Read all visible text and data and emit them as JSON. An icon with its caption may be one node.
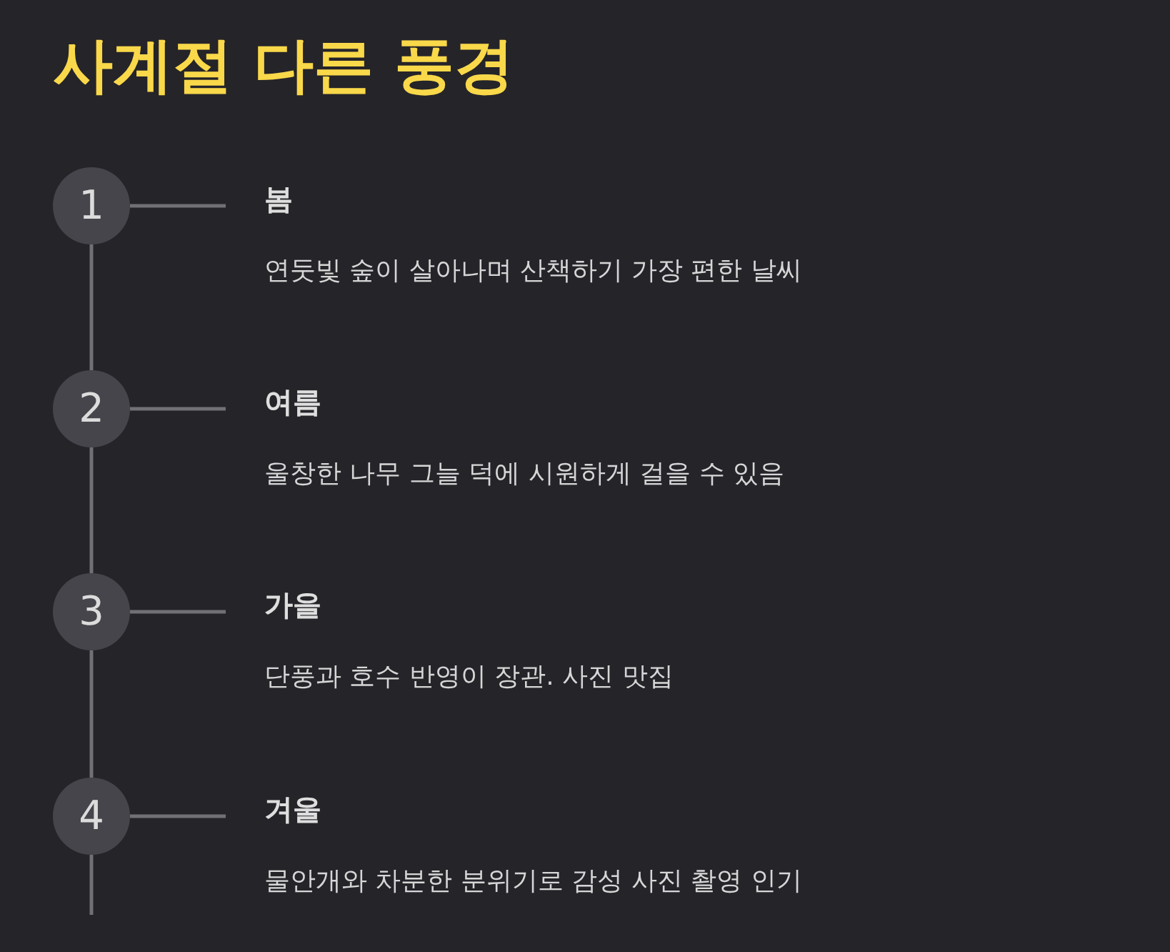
{
  "diagram": {
    "title": "사계절 다른 풍경",
    "nodes": [
      {
        "text": [
          "1"
        ]
      },
      {
        "text": [
          "봄",
          "연둣빛 숲이 살아나며 산책하기 가장 편한 날씨"
        ]
      },
      {
        "text": [
          "2"
        ]
      },
      {
        "text": [
          "여름",
          "울창한 나무 그늘 덕에 시원하게 걸을 수 있음"
        ]
      },
      {
        "text": [
          "3"
        ]
      },
      {
        "text": [
          "가을",
          "단풍과 호수 반영이 장관. 사진 맛집"
        ]
      },
      {
        "text": [
          "4"
        ]
      },
      {
        "text": [
          "겨울",
          "물안개와 차분한 분위기로 감성 사진 촬영 인기"
        ]
      }
    ],
    "edges": [
      {
        "from": 0,
        "to": 1,
        "arrow": "none"
      },
      {
        "from": 2,
        "to": 3,
        "arrow": "none"
      },
      {
        "from": 4,
        "to": 5,
        "arrow": "none"
      },
      {
        "from": 6,
        "to": 7,
        "arrow": "none"
      },
      {
        "from": 0,
        "to": 2,
        "arrow": "none"
      },
      {
        "from": 2,
        "to": 4,
        "arrow": "none"
      },
      {
        "from": 4,
        "to": 6,
        "arrow": "none"
      },
      {
        "from": 6,
        "to": null,
        "arrow": "none"
      }
    ]
  }
}
